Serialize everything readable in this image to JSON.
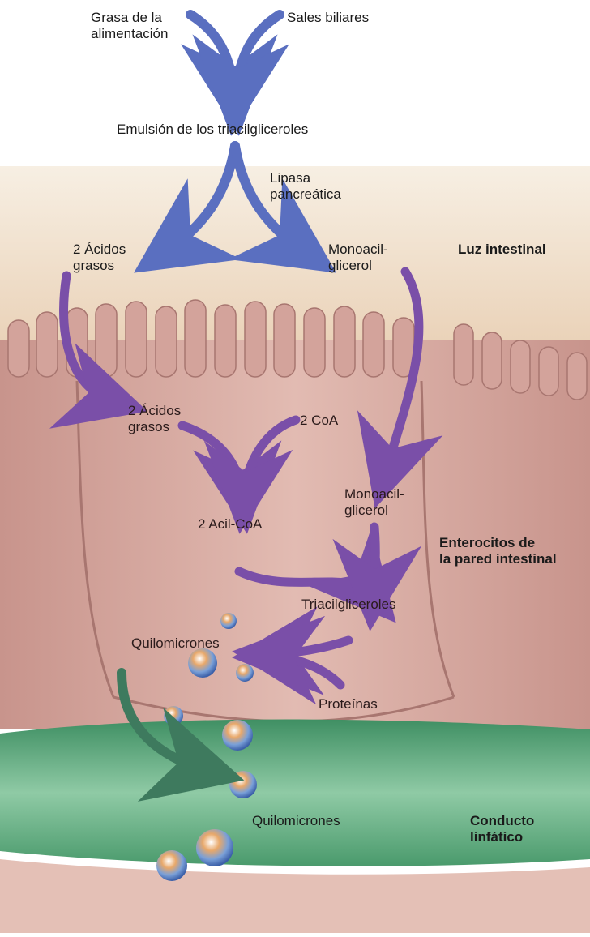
{
  "labels": {
    "dietary_fat": "Grasa de la\nalimentación",
    "bile_salts": "Sales biliares",
    "emulsion": "Emulsión de los triacilgliceroles",
    "lipase": "Lipasa\npancreática",
    "fatty_acids_lumen": "2 Ácidos\ngrasos",
    "monoacylglycerol_lumen": "Monoacil-\nglicerol",
    "intestinal_lumen": "Luz intestinal",
    "fatty_acids_cell": "2 Ácidos\ngrasos",
    "coa": "2 CoA",
    "acyl_coa": "2 Acil-CoA",
    "monoacylglycerol_cell": "Monoacil-\nglicerol",
    "enterocytes": "Enterocitos de\nla pared intestinal",
    "triacylglycerols": "Triacilgliceroles",
    "chylomicrons_cell": "Quilomicrones",
    "proteins": "Proteínas",
    "chylomicrons_lymph": "Quilomicrones",
    "lymph_duct": "Conducto\nlinfático"
  },
  "colors": {
    "blue_arrow": "#5a6fc0",
    "purple_arrow": "#7a4fa8",
    "green_arrow": "#3e7a5e",
    "cell_fill": "#d6a8a0",
    "lumen_fill": "#f0e2cf",
    "lymph_fill": "#6fb58c"
  }
}
